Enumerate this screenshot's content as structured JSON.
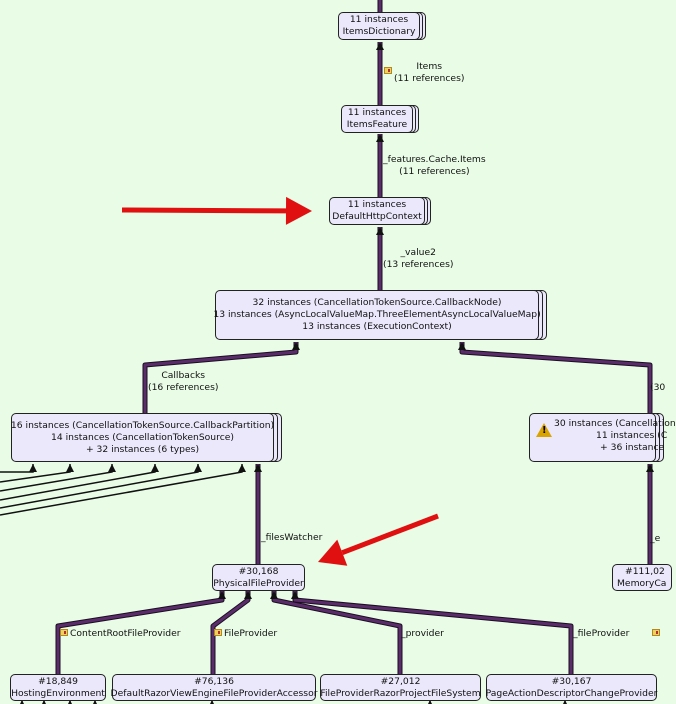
{
  "nodes": {
    "items_dictionary": [
      "11 instances",
      "ItemsDictionary"
    ],
    "items_feature": [
      "11 instances",
      "ItemsFeature"
    ],
    "default_http_context": [
      "11 instances",
      "DefaultHttpContext"
    ],
    "callback_node": [
      "32 instances (CancellationTokenSource.CallbackNode)",
      "13 instances (AsyncLocalValueMap.ThreeElementAsyncLocalValueMap)",
      "13 instances (ExecutionContext)"
    ],
    "callback_partition": [
      "16 instances (CancellationTokenSource.CallbackPartition)",
      "14 instances (CancellationTokenSource)",
      "+ 32 instances (6 types)"
    ],
    "right_group": [
      "30 instances (Cancellation",
      "11 instances (C",
      "+ 36 instance"
    ],
    "physical_file_provider": [
      "#30,168",
      "PhysicalFileProvider"
    ],
    "memory_cache": [
      "#111,02",
      "MemoryCa"
    ],
    "hosting_environment": [
      "#18,849",
      "HostingEnvironment"
    ],
    "razor_view_engine": [
      "#76,136",
      "DefaultRazorViewEngineFileProviderAccessor"
    ],
    "razor_project_fs": [
      "#27,012",
      "FileProviderRazorProjectFileSystem"
    ],
    "page_action_descriptor": [
      "#30,167",
      "PageActionDescriptorChangeProvider"
    ]
  },
  "edges": {
    "items": [
      "Items",
      "(11 references)"
    ],
    "features_cache": [
      "_features.Cache.Items",
      "(11 references)"
    ],
    "value2": [
      "_value2",
      "(13 references)"
    ],
    "callbacks": [
      "Callbacks",
      "(16 references)"
    ],
    "right_partial": [
      "(30"
    ],
    "files_watcher": [
      "_filesWatcher"
    ],
    "memory_partial": [
      "_e"
    ],
    "content_root": [
      "ContentRootFileProvider"
    ],
    "file_provider": [
      "FileProvider"
    ],
    "provider": [
      "_provider"
    ],
    "file_provider_underscore": [
      "_fileProvider"
    ]
  },
  "colors": {
    "background": "#e8fce6",
    "edge": "#5a2d6a",
    "node_fill": "#ece8fb",
    "arrow": "#e01010"
  },
  "icons": {
    "warning": "warning-icon",
    "field": "field-icon"
  }
}
